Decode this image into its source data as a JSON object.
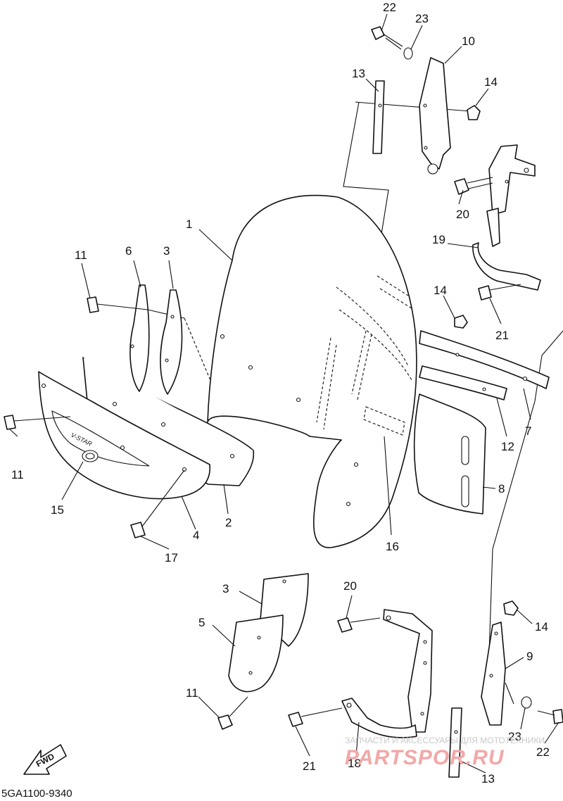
{
  "diagram": {
    "catalog_code": "5GA1100-9340",
    "fwd_label": "FWD",
    "emblem_text": "V-STAR",
    "watermark": {
      "caption": "ЗАПЧАСТИ И АКСЕССУАРЫ ДЛЯ МОТОТЕХНИКИ",
      "logo": "PARTSPOR.RU"
    },
    "callouts": {
      "c1": "1",
      "c2a": "2",
      "c3a": "3",
      "c3b": "3",
      "c4": "4",
      "c5": "5",
      "c6": "6",
      "c7": "7",
      "c8": "8",
      "c9": "9",
      "c10": "10",
      "c11a": "11",
      "c11b": "11",
      "c11c": "11",
      "c12": "12",
      "c13a": "13",
      "c13b": "13",
      "c14a": "14",
      "c14b": "14",
      "c14c": "14",
      "c15": "15",
      "c16": "16",
      "c17": "17",
      "c18": "18",
      "c19": "19",
      "c20a": "20",
      "c20b": "20",
      "c21a": "21",
      "c21b": "21",
      "c22a": "22",
      "c22b": "22",
      "c23a": "23",
      "c23b": "23"
    }
  }
}
